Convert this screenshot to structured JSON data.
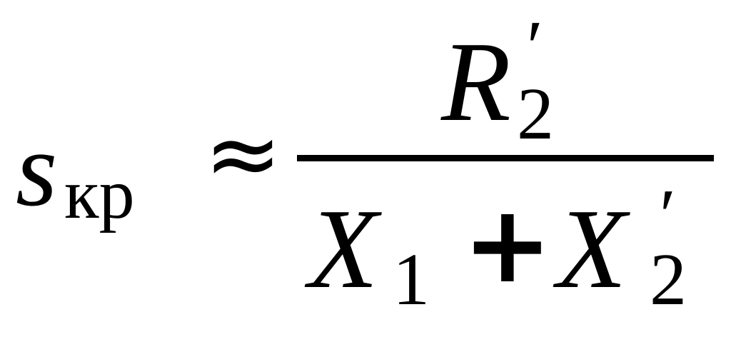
{
  "formula": {
    "lhs": {
      "variable": "s",
      "subscript": "кр"
    },
    "relation": "≈",
    "numerator": {
      "symbol": "R",
      "subscript": "2",
      "prime": "′"
    },
    "denominator": {
      "term1": {
        "symbol": "X",
        "subscript": "1"
      },
      "operator": "+",
      "term2": {
        "symbol": "X",
        "subscript": "2",
        "prime": "′"
      }
    }
  }
}
